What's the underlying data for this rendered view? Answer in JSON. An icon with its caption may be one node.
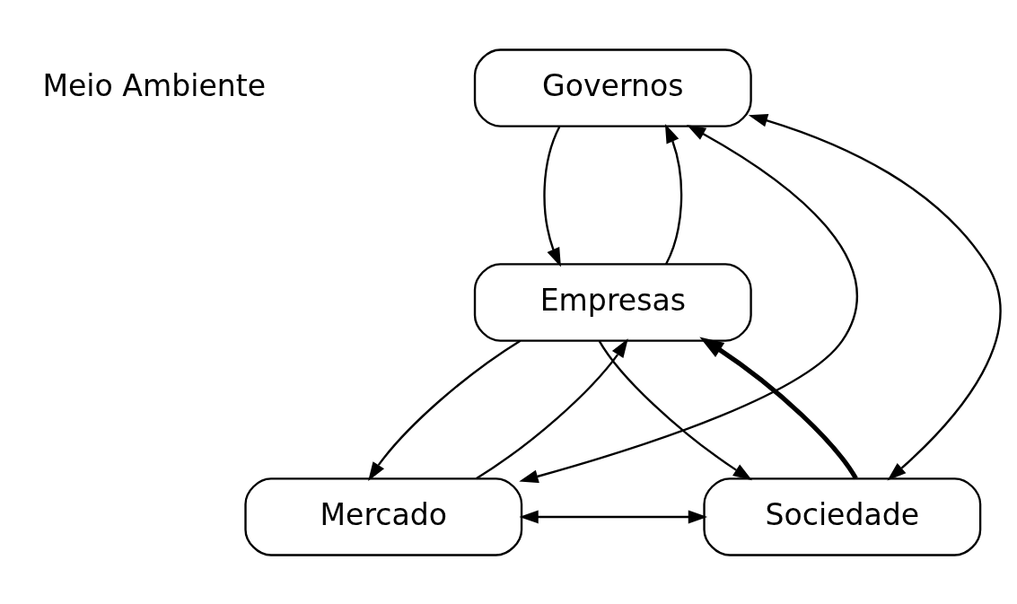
{
  "diagram": {
    "nodes": [
      {
        "text": [
          "Governos"
        ]
      },
      {
        "text": [
          "Empresas"
        ]
      },
      {
        "text": [
          "Mercado"
        ]
      },
      {
        "text": [
          "Sociedade"
        ]
      }
    ],
    "edges": [
      {
        "from": 0,
        "to": 2,
        "arrow": "both"
      },
      {
        "from": 0,
        "to": 1,
        "arrow": "to"
      },
      {
        "from": 1,
        "to": 0,
        "arrow": "to"
      },
      {
        "from": 0,
        "to": 3,
        "arrow": "both"
      },
      {
        "from": 1,
        "to": 2,
        "arrow": "to"
      },
      {
        "from": 2,
        "to": 1,
        "arrow": "to"
      },
      {
        "from": 3,
        "to": 1,
        "arrow": "to",
        "style": "thick"
      },
      {
        "from": 1,
        "to": 3,
        "arrow": "to"
      },
      {
        "from": 2,
        "to": 3,
        "arrow": "both"
      }
    ],
    "labels": [
      "Meio Ambiente"
    ]
  }
}
